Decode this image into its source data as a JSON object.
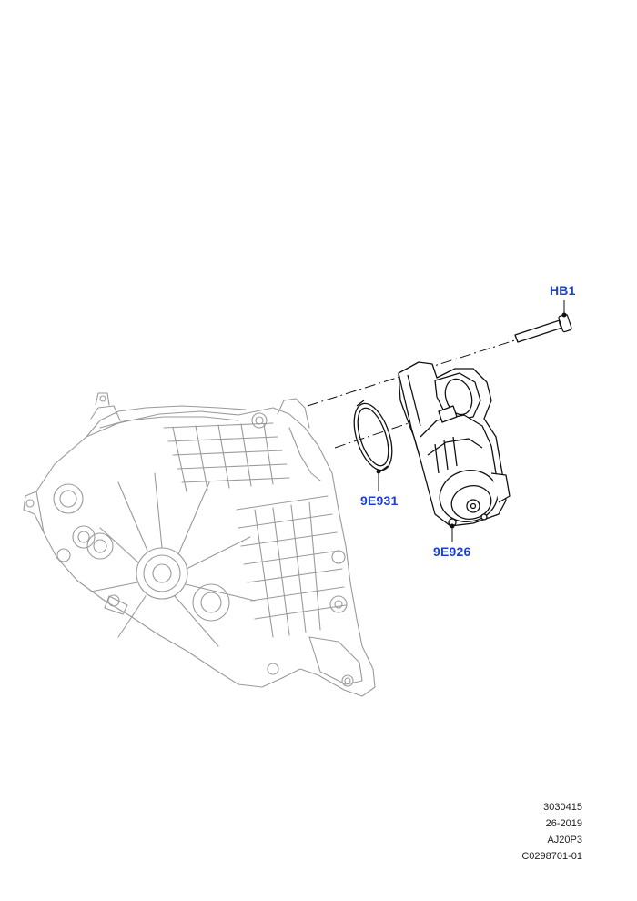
{
  "colors": {
    "callout": "#1a3fd6",
    "ghost_part": "#9a9a9a",
    "focus_part": "#111111",
    "reference_text": "#222222"
  },
  "callouts": {
    "hb1": "HB1",
    "e931": "9E931",
    "e926": "9E926"
  },
  "reference": {
    "line1": "3030415",
    "line2": "26-2019",
    "line3": "AJ20P3",
    "line4": "C0298701-01"
  }
}
